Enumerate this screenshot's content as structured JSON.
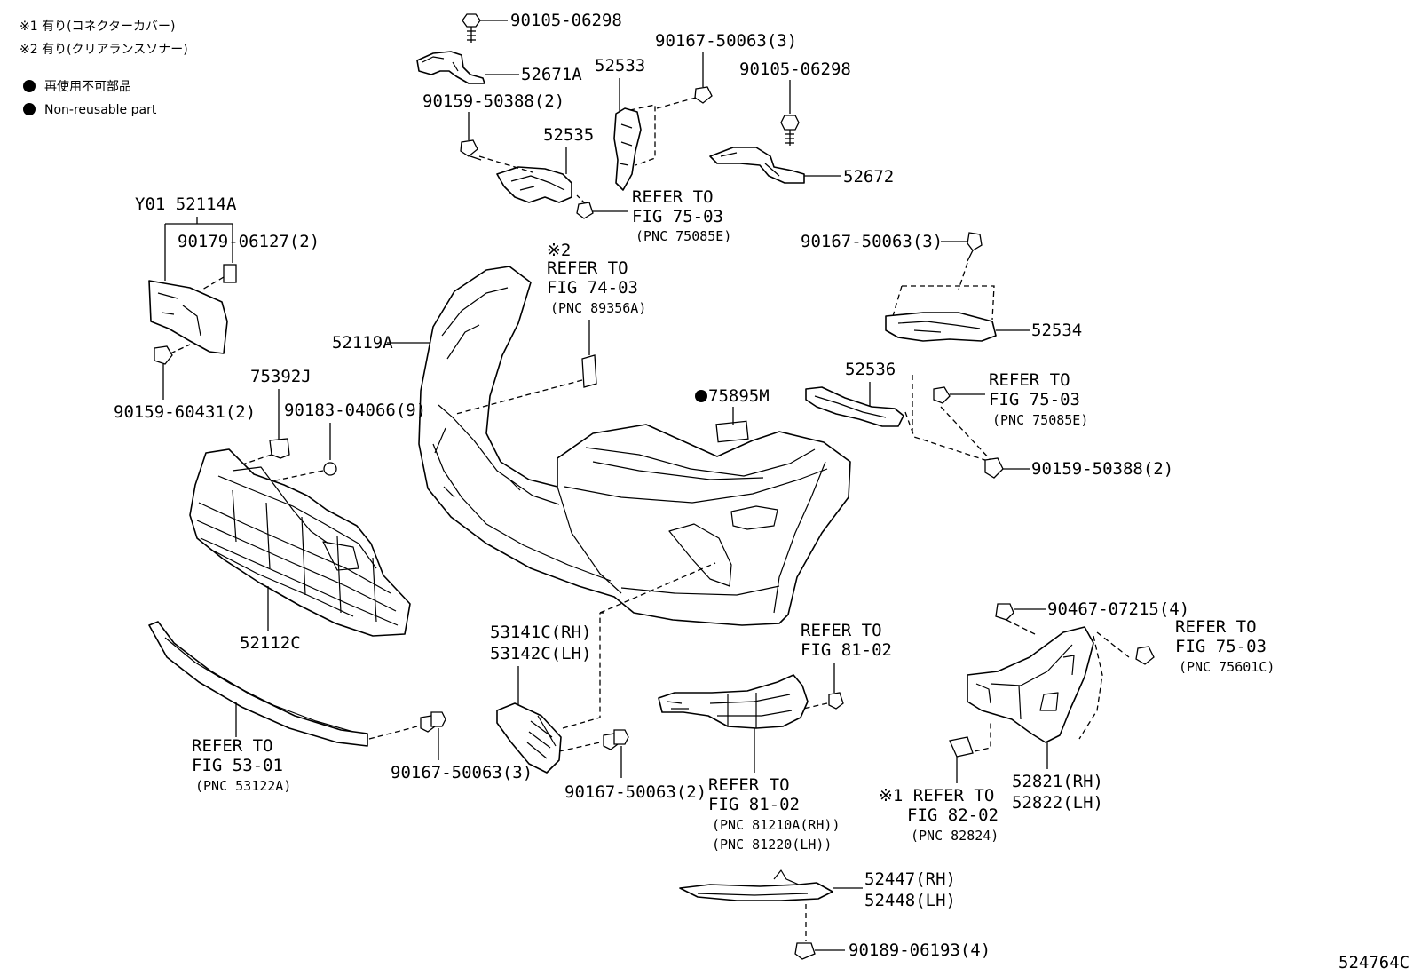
{
  "notes": {
    "note1": "※1 有り(コネクターカバー)",
    "note2": "※2 有り(クリアランスソナー)",
    "legend_ja": "再使用不可部品",
    "legend_en": "Non-reusable part"
  },
  "figure_code": "524764C",
  "parts": {
    "p90105_top": "90105-06298",
    "p52671A": "52671A",
    "p90159_50388_top": "90159-50388(2)",
    "p52535": "52535",
    "p52533": "52533",
    "p90167_50063_3_top": "90167-50063(3)",
    "p90105_right": "90105-06298",
    "p52672": "52672",
    "p52114A": "Y01 52114A",
    "p90179": "90179-06127(2)",
    "p90159_60431": "90159-60431(2)",
    "p52119A": "52119A",
    "p90167_50063_3_mid": "90167-50063(3)",
    "p52534": "52534",
    "p52536": "52536",
    "p75392J": "75392J",
    "p90183": "90183-04066(9)",
    "p75895M": "75895M",
    "p90159_50388_right": "90159-50388(2)",
    "p52112C": "52112C",
    "p90467": "90467-07215(4)",
    "p53141C": "53141C(RH)",
    "p53142C": "53142C(LH)",
    "p52821": "52821(RH)",
    "p52822": "52822(LH)",
    "p90167_50063_3_low": "90167-50063(3)",
    "p90167_50063_2": "90167-50063(2)",
    "p52447": "52447(RH)",
    "p52448": "52448(LH)",
    "p90189": "90189-06193(4)"
  },
  "refs": {
    "r1": [
      "REFER TO",
      "FIG 75-03",
      "(PNC 75085E)"
    ],
    "r2": [
      "※2",
      "REFER TO",
      "FIG 74-03",
      "(PNC 89356A)"
    ],
    "r3": [
      "REFER TO",
      "FIG 75-03",
      "(PNC 75085E)"
    ],
    "r4": [
      "REFER TO",
      "FIG 81-02"
    ],
    "r5": [
      "REFER TO",
      "FIG 75-03",
      "(PNC 75601C)"
    ],
    "r6": [
      "REFER TO",
      "FIG 53-01",
      "(PNC 53122A)"
    ],
    "r7": [
      "REFER TO",
      "FIG 81-02",
      "(PNC 81210A(RH))",
      "(PNC 81220(LH))"
    ],
    "r8": [
      "※1 REFER TO",
      "FIG 82-02",
      "(PNC 82824)"
    ]
  }
}
